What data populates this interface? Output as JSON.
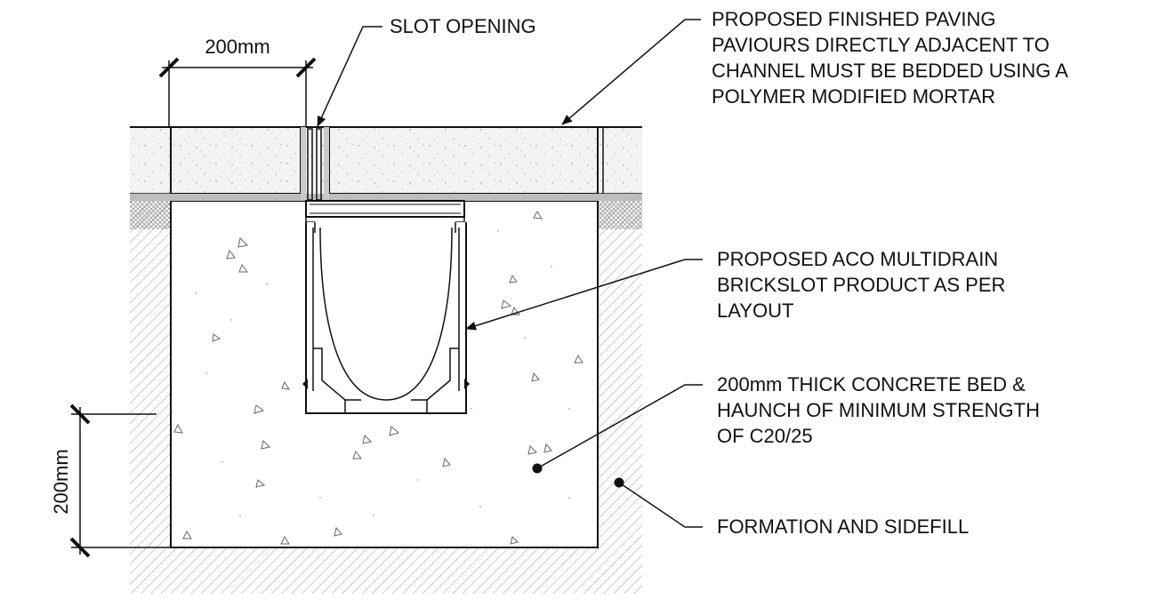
{
  "dimensions": {
    "top_width": "200mm",
    "bed_depth": "200mm"
  },
  "labels": {
    "slot_opening": [
      "SLOT OPENING"
    ],
    "finished_paving": [
      "PROPOSED FINISHED PAVING",
      "PAVIOURS DIRECTLY ADJACENT TO",
      "CHANNEL MUST BE BEDDED USING A",
      "POLYMER MODIFIED MORTAR"
    ],
    "channel_product": [
      "PROPOSED ACO MULTIDRAIN",
      "BRICKSLOT PRODUCT AS PER",
      "LAYOUT"
    ],
    "concrete_bed": [
      "200mm THICK CONCRETE BED &",
      "HAUNCH OF MINIMUM STRENGTH",
      "OF C20/25"
    ],
    "formation": [
      "FORMATION AND SIDEFILL"
    ]
  }
}
